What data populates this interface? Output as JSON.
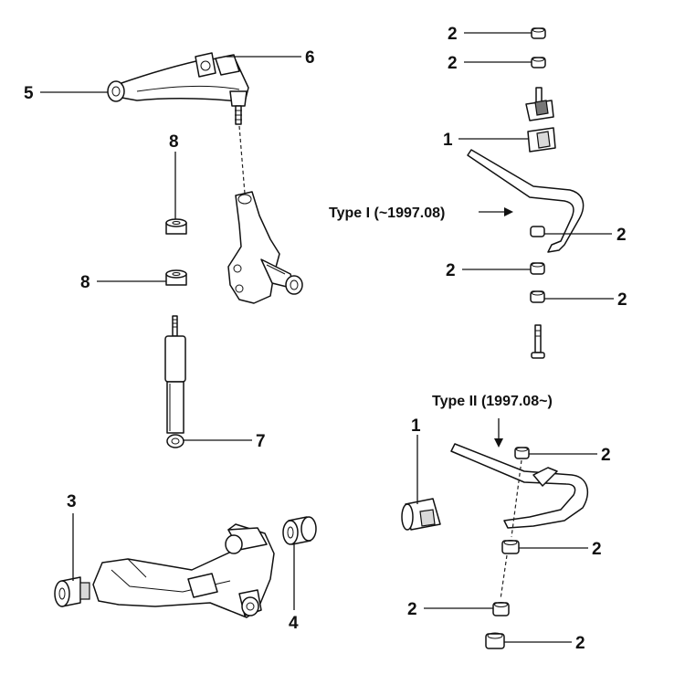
{
  "labels": {
    "upper_arm_bushing": "5",
    "upper_arm": "6",
    "strut_bushing_upper": "8",
    "strut_bushing_lower": "8",
    "shock_absorber": "7",
    "lower_arm_bushing_front": "3",
    "lower_arm_bushing_rear": "4",
    "t1_bushing_a": "2",
    "t1_bushing_b": "2",
    "t1_stabilizer_bushing": "1",
    "t1_link_bushing_a": "2",
    "t1_link_bushing_b": "2",
    "t1_link_bushing_c": "2",
    "t2_stabilizer_bushing": "1",
    "t2_link_bushing_a": "2",
    "t2_link_bushing_b": "2",
    "t2_link_bushing_c": "2",
    "t2_link_bushing_d": "2"
  },
  "captions": {
    "type1": "Type I (~1997.08)",
    "type2": "Type II (1997.08~)"
  }
}
